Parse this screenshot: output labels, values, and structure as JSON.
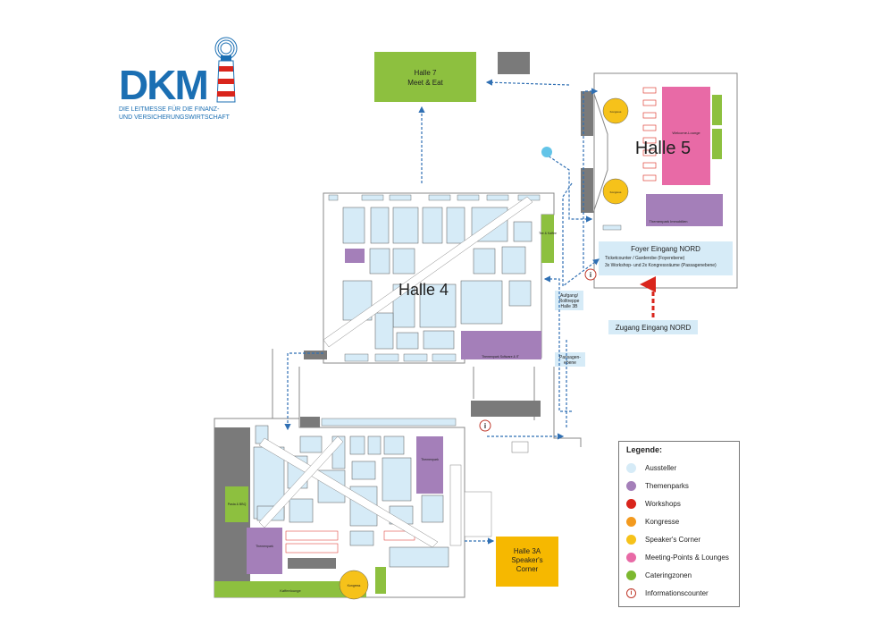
{
  "logo": {
    "brand": "DKM",
    "tagline_line1": "DIE LEITMESSE FÜR DIE FINANZ-",
    "tagline_line2": "UND VERSICHERUNGSWIRTSCHAFT"
  },
  "halls": {
    "halle7": {
      "line1": "Halle 7",
      "line2": "Meet & Eat"
    },
    "halle5": "Halle 5",
    "halle4": "Halle 4",
    "halle3a": {
      "line1": "Halle 3A",
      "line2": "Speaker's",
      "line3": "Corner"
    }
  },
  "foyer": {
    "title": "Foyer Eingang NORD",
    "bullet1": "Ticketcounter / Garderobe (Foyerebene)",
    "bullet2": "3x Workshop- und 2x Kongressräume (Passagenebene)"
  },
  "entrance": "Zugang Eingang NORD",
  "passage_labels": {
    "aufgang_1": "Aufgang/",
    "aufgang_2": "Rolltreppe",
    "aufgang_3": "Halle 3B",
    "passage_1": "Passagen-",
    "passage_2": "ebene"
  },
  "small_labels": {
    "welcome_lounge": "Welcome-Lounge",
    "kongress": "Kongress",
    "themenpark_immobilien": "Themenpark Immobilien",
    "themenpark_software": "Themenpark Software & IT",
    "themenpark": "Themenpark",
    "kongress_3a": "Kongress",
    "coffee_lounge": "Kaffeelounge",
    "fair_bar": "Tee & Kaffee",
    "snack": "Pasta & BBQ"
  },
  "legend": {
    "title": "Legende:",
    "items": [
      {
        "label": "Aussteller",
        "color": "#d6ebf7"
      },
      {
        "label": "Themenparks",
        "color": "#a47fb9"
      },
      {
        "label": "Workshops",
        "color": "#d9251c"
      },
      {
        "label": "Kongresse",
        "color": "#f39a1e"
      },
      {
        "label": "Speaker's Corner",
        "color": "#f6c21a"
      },
      {
        "label": "Meeting-Points & Lounges",
        "color": "#e86aa6"
      },
      {
        "label": "Cateringzonen",
        "color": "#7cb82f"
      },
      {
        "label": "Informationscounter",
        "color": "#c0392b",
        "icon": "info-icon"
      }
    ]
  },
  "colors": {
    "booth": "#d6ebf7",
    "themenpark": "#a47fb9",
    "catering": "#8dc03f",
    "lounge": "#e86aa6",
    "speaker": "#f6c21a",
    "gray": "#7a7a7a",
    "path": "#2f6fb3",
    "workshop": "#d9251c"
  }
}
